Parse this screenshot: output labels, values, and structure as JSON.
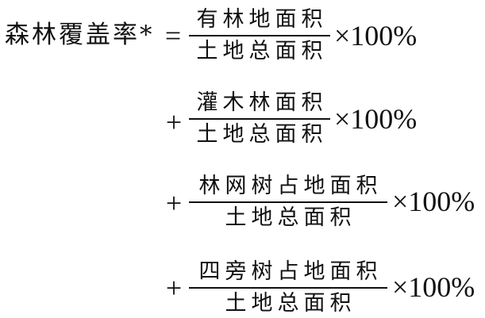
{
  "formula": {
    "lhs": "森林覆盖率*",
    "equals": "=",
    "terms": [
      {
        "operator": "",
        "numerator": "有林地面积",
        "denominator": "土地总面积",
        "multiplier": "×100%"
      },
      {
        "operator": "+",
        "numerator": "灌木林面积",
        "denominator": "土地总面积",
        "multiplier": "×100%"
      },
      {
        "operator": "+",
        "numerator": "林网树占地面积",
        "denominator": "土地总面积",
        "multiplier": "×100%"
      },
      {
        "operator": "+",
        "numerator": "四旁树占地面积",
        "denominator": "土地总面积",
        "multiplier": "×100%"
      }
    ]
  }
}
